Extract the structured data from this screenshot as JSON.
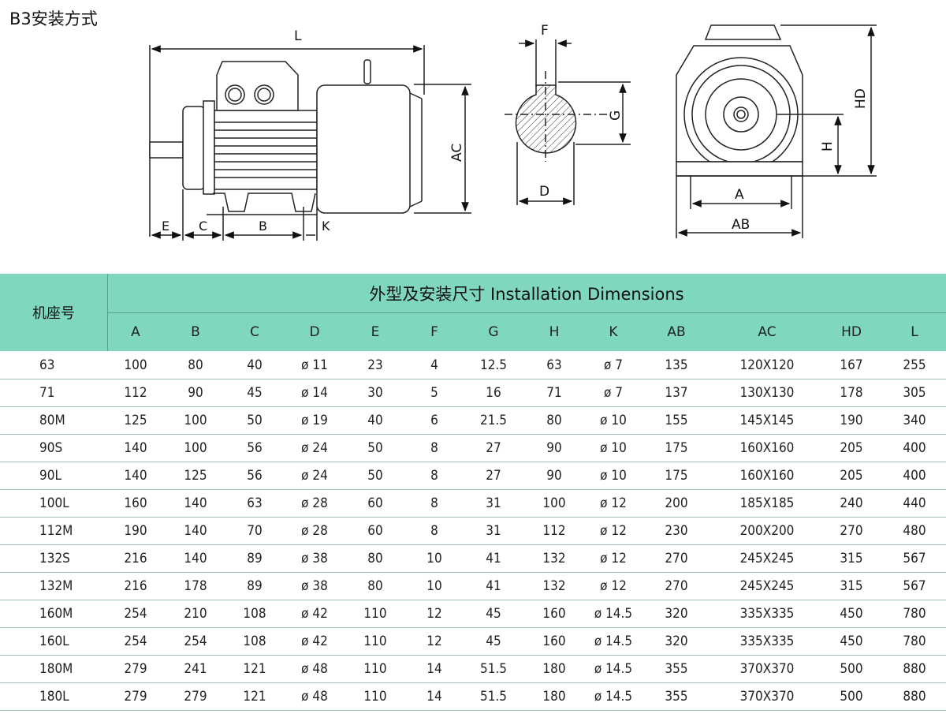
{
  "page_title": "B3安装方式",
  "drawing_labels": {
    "L": "L",
    "AC": "AC",
    "E": "E",
    "C": "C",
    "B": "B",
    "K": "K",
    "F": "F",
    "G": "G",
    "D": "D",
    "HD": "HD",
    "H": "H",
    "A": "A",
    "AB": "AB"
  },
  "table": {
    "model_header": "机座号",
    "group_header": "外型及安装尺寸  Installation Dimensions",
    "columns": [
      "A",
      "B",
      "C",
      "D",
      "E",
      "F",
      "G",
      "H",
      "K",
      "AB",
      "AC",
      "HD",
      "L"
    ],
    "rows": [
      [
        "63",
        "100",
        "80",
        "40",
        "ø 11",
        "23",
        "4",
        "12.5",
        "63",
        "ø 7",
        "135",
        "120X120",
        "167",
        "255"
      ],
      [
        "71",
        "112",
        "90",
        "45",
        "ø 14",
        "30",
        "5",
        "16",
        "71",
        "ø 7",
        "137",
        "130X130",
        "178",
        "305"
      ],
      [
        "80M",
        "125",
        "100",
        "50",
        "ø 19",
        "40",
        "6",
        "21.5",
        "80",
        "ø 10",
        "155",
        "145X145",
        "190",
        "340"
      ],
      [
        "90S",
        "140",
        "100",
        "56",
        "ø 24",
        "50",
        "8",
        "27",
        "90",
        "ø 10",
        "175",
        "160X160",
        "205",
        "400"
      ],
      [
        "90L",
        "140",
        "125",
        "56",
        "ø 24",
        "50",
        "8",
        "27",
        "90",
        "ø 10",
        "175",
        "160X160",
        "205",
        "400"
      ],
      [
        "100L",
        "160",
        "140",
        "63",
        "ø 28",
        "60",
        "8",
        "31",
        "100",
        "ø 12",
        "200",
        "185X185",
        "240",
        "440"
      ],
      [
        "112M",
        "190",
        "140",
        "70",
        "ø 28",
        "60",
        "8",
        "31",
        "112",
        "ø 12",
        "230",
        "200X200",
        "270",
        "480"
      ],
      [
        "132S",
        "216",
        "140",
        "89",
        "ø 38",
        "80",
        "10",
        "41",
        "132",
        "ø 12",
        "270",
        "245X245",
        "315",
        "567"
      ],
      [
        "132M",
        "216",
        "178",
        "89",
        "ø 38",
        "80",
        "10",
        "41",
        "132",
        "ø 12",
        "270",
        "245X245",
        "315",
        "567"
      ],
      [
        "160M",
        "254",
        "210",
        "108",
        "ø 42",
        "110",
        "12",
        "45",
        "160",
        "ø 14.5",
        "320",
        "335X335",
        "450",
        "780"
      ],
      [
        "160L",
        "254",
        "254",
        "108",
        "ø 42",
        "110",
        "12",
        "45",
        "160",
        "ø 14.5",
        "320",
        "335X335",
        "450",
        "780"
      ],
      [
        "180M",
        "279",
        "241",
        "121",
        "ø 48",
        "110",
        "14",
        "51.5",
        "180",
        "ø 14.5",
        "355",
        "370X370",
        "500",
        "880"
      ],
      [
        "180L",
        "279",
        "279",
        "121",
        "ø 48",
        "110",
        "14",
        "51.5",
        "180",
        "ø 14.5",
        "355",
        "370X370",
        "500",
        "880"
      ]
    ]
  },
  "colors": {
    "header_bg": "#7fd7bd",
    "accent_red": "#b03a3a"
  }
}
